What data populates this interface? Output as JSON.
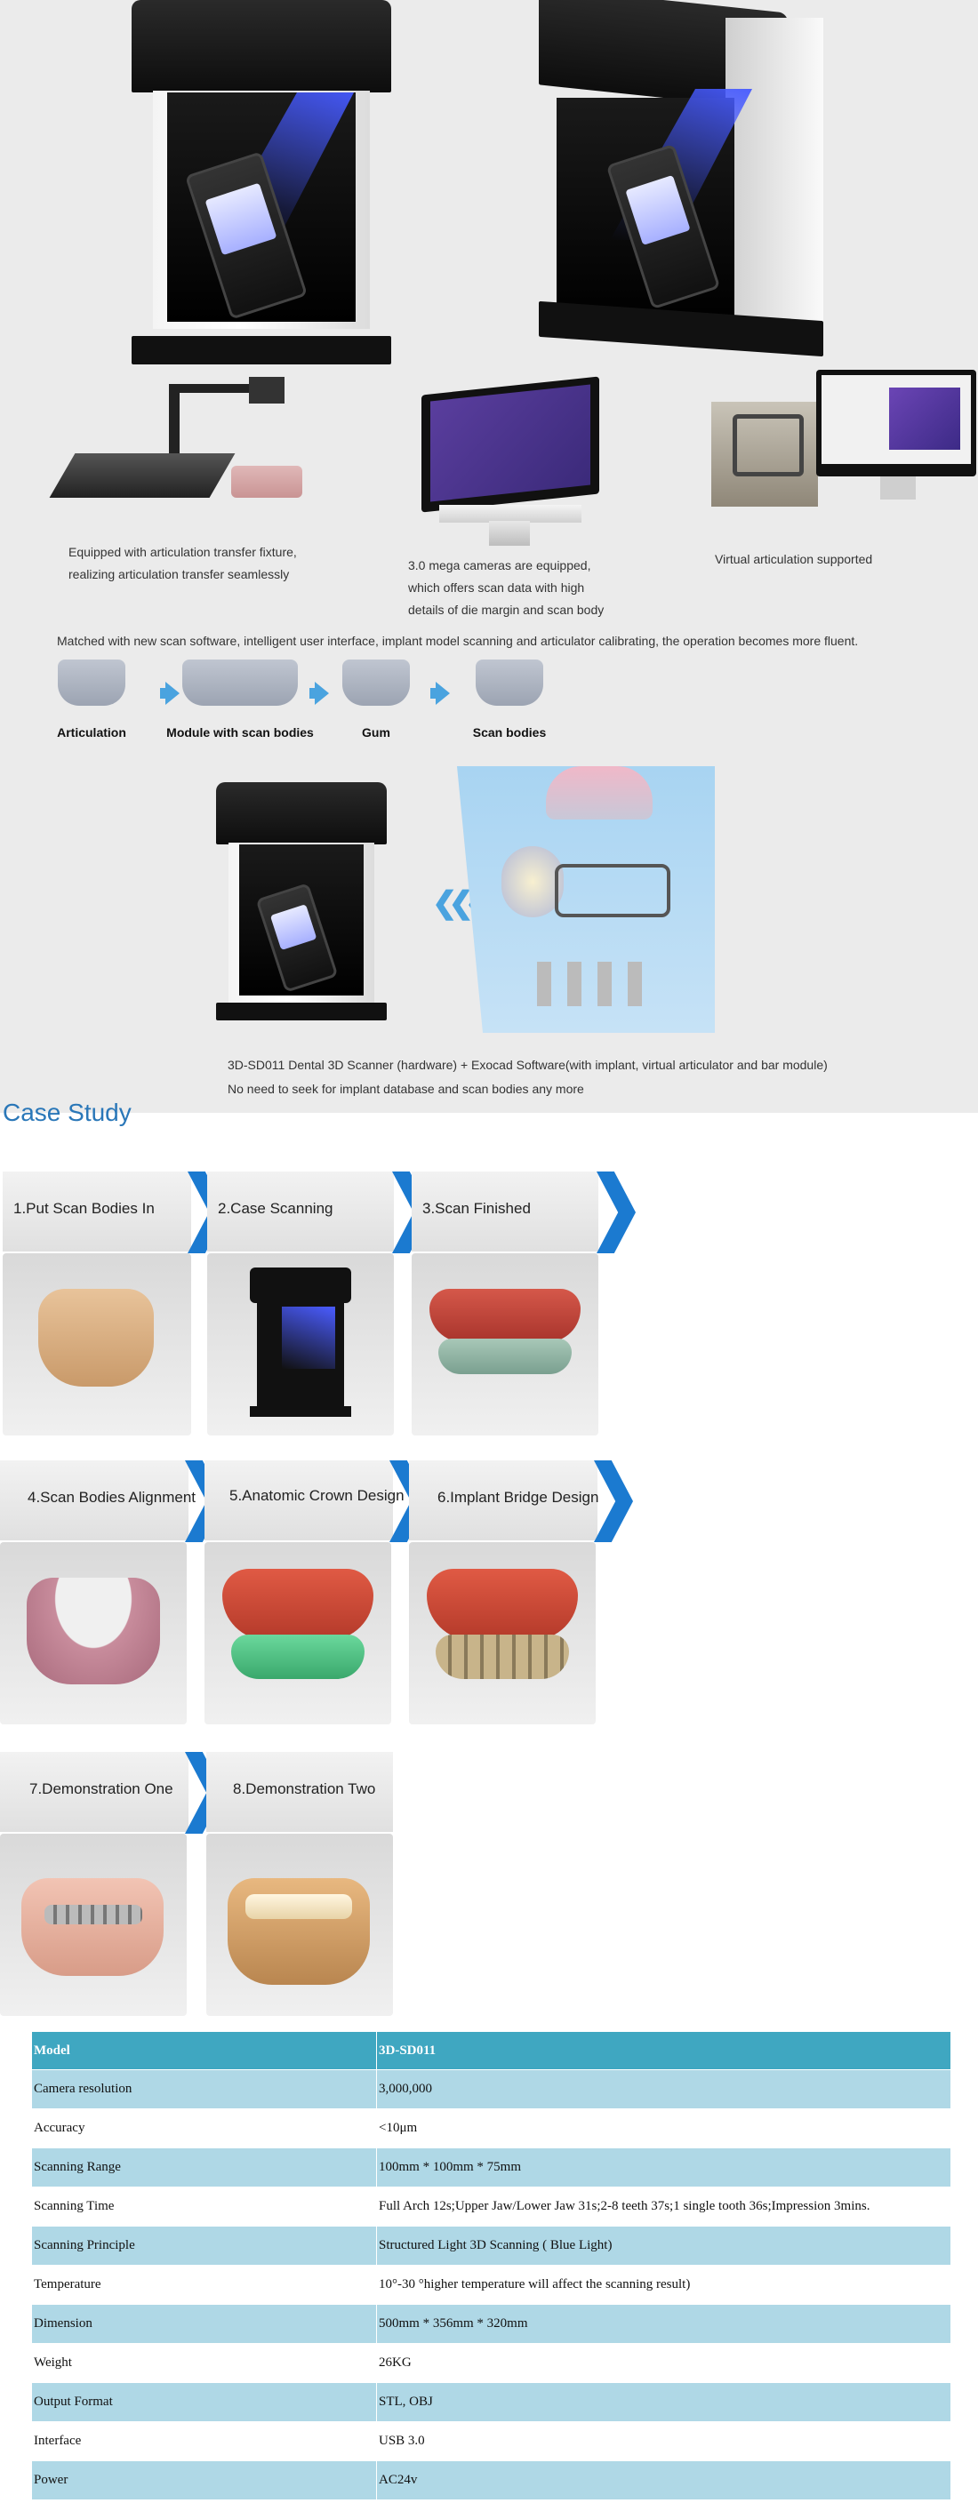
{
  "features": {
    "fixture_caption": [
      "Equipped with articulation transfer fixture,",
      "realizing articulation transfer seamlessly"
    ],
    "camera_caption": [
      "3.0 mega cameras are equipped,",
      "which offers scan data with high",
      "details of die margin and scan body"
    ],
    "articulation_caption": "Virtual articulation supported"
  },
  "workflow": {
    "intro": "Matched with new scan software, intelligent user interface, implant model scanning and articulator calibrating, the operation becomes more fluent.",
    "steps": [
      "Articulation",
      "Module with scan bodies",
      "Gum",
      "Scan bodies"
    ]
  },
  "bundle": {
    "line1": "3D-SD011 Dental 3D Scanner (hardware) + Exocad Software(with implant, virtual articulator and bar module)",
    "line2": "No need to seek for implant database and scan bodies any more"
  },
  "case_study": {
    "title": "Case Study",
    "steps": [
      "1.Put Scan Bodies In",
      "2.Case Scanning",
      "3.Scan Finished",
      "4.Scan Bodies Alignment",
      "5.Anatomic Crown Design",
      "6.Implant Bridge Design",
      "7.Demonstration One",
      "8.Demonstration Two"
    ]
  },
  "specs": {
    "header": {
      "key": "Model",
      "value": "3D-SD011"
    },
    "rows": [
      {
        "key": "Camera resolution",
        "value": "3,000,000"
      },
      {
        "key": "Accuracy",
        "value": "<10μm"
      },
      {
        "key": "Scanning Range",
        "value": "100mm * 100mm * 75mm"
      },
      {
        "key": "Scanning Time",
        "value": "Full Arch 12s;Upper Jaw/Lower Jaw 31s;2-8 teeth 37s;1 single tooth 36s;Impression 3mins."
      },
      {
        "key": "Scanning Principle",
        "value": "Structured Light 3D Scanning ( Blue Light)"
      },
      {
        "key": "Temperature",
        "value": "10°-30 °higher temperature will affect the scanning result)"
      },
      {
        "key": "Dimension",
        "value": "500mm * 356mm * 320mm"
      },
      {
        "key": "Weight",
        "value": "26KG"
      },
      {
        "key": "Output Format",
        "value": "STL, OBJ"
      },
      {
        "key": "Interface",
        "value": "USB 3.0"
      },
      {
        "key": "Power",
        "value": "AC24v"
      }
    ]
  },
  "colors": {
    "accent_blue": "#1b7ad0",
    "title_blue": "#2a77b8",
    "table_header": "#3fa7c1",
    "table_alt_row": "#afd8e6",
    "flow_arrow": "#4aa3df"
  }
}
